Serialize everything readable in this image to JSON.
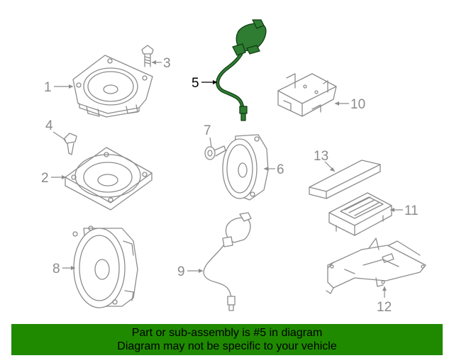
{
  "diagram": {
    "callouts": [
      {
        "id": "1",
        "text": "1"
      },
      {
        "id": "2",
        "text": "2"
      },
      {
        "id": "3",
        "text": "3"
      },
      {
        "id": "4",
        "text": "4"
      },
      {
        "id": "5",
        "text": "5"
      },
      {
        "id": "6",
        "text": "6"
      },
      {
        "id": "7",
        "text": "7"
      },
      {
        "id": "8",
        "text": "8"
      },
      {
        "id": "9",
        "text": "9"
      },
      {
        "id": "10",
        "text": "10"
      },
      {
        "id": "11",
        "text": "11"
      },
      {
        "id": "12",
        "text": "12"
      },
      {
        "id": "13",
        "text": "13"
      }
    ],
    "highlighted_part": "5",
    "highlight_color": "#2e7d32",
    "banner_color": "#1f8a00"
  },
  "banner": {
    "line1": "Part or sub-assembly is #5 in diagram",
    "line2": "Diagram may not be specific to your vehicle"
  }
}
